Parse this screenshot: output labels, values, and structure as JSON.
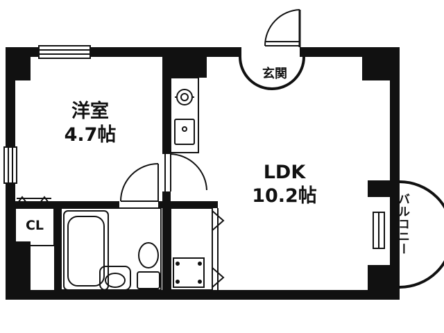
{
  "rooms": {
    "western": {
      "name": "洋室",
      "size": "4.7帖"
    },
    "ldk": {
      "name": "LDK",
      "size": "10.2帖"
    },
    "closet": {
      "name": "CL"
    },
    "entrance": {
      "name": "玄関"
    },
    "balcony": {
      "name": "バルコニー"
    }
  },
  "colors": {
    "wall": "#111111",
    "line": "#222222",
    "background": "#ffffff"
  }
}
